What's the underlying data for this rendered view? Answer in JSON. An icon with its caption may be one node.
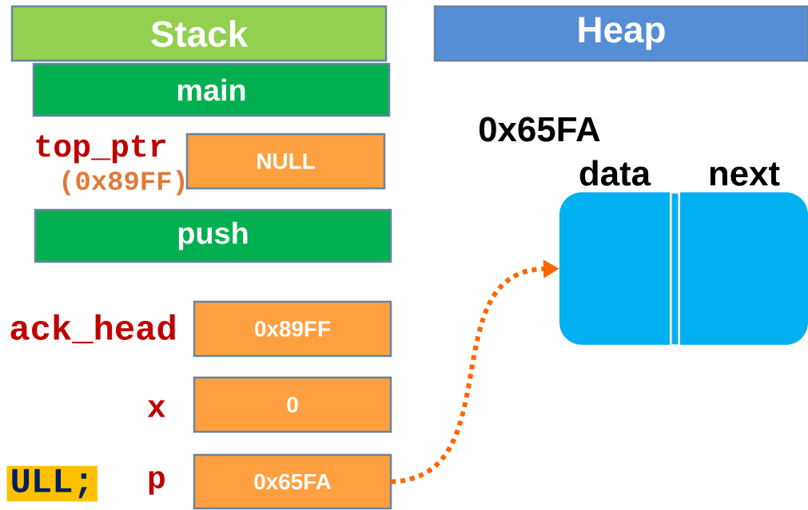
{
  "diagram": {
    "nodes": [
      {
        "text": [
          "Stack"
        ]
      },
      {
        "text": [
          "Heap"
        ]
      },
      {
        "text": [
          "main"
        ]
      },
      {
        "text": [
          "NULL"
        ],
        "beside": [
          "top_ptr",
          "(0x89FF)"
        ]
      },
      {
        "text": [
          "push"
        ]
      },
      {
        "text": [
          "0x89FF"
        ],
        "beside": [
          "ack_head"
        ]
      },
      {
        "text": [
          "0"
        ],
        "beside": [
          "x"
        ]
      },
      {
        "text": [
          "0x65FA"
        ],
        "beside": [
          "p"
        ]
      },
      {
        "text": [
          "data"
        ]
      },
      {
        "text": [
          "next"
        ]
      }
    ],
    "edges": [
      {
        "from": 7,
        "to": 8,
        "arrow": "to",
        "style": "dashed",
        "color": "#ff6600"
      }
    ],
    "labels": [
      "0x65FA",
      "ULL;"
    ]
  }
}
